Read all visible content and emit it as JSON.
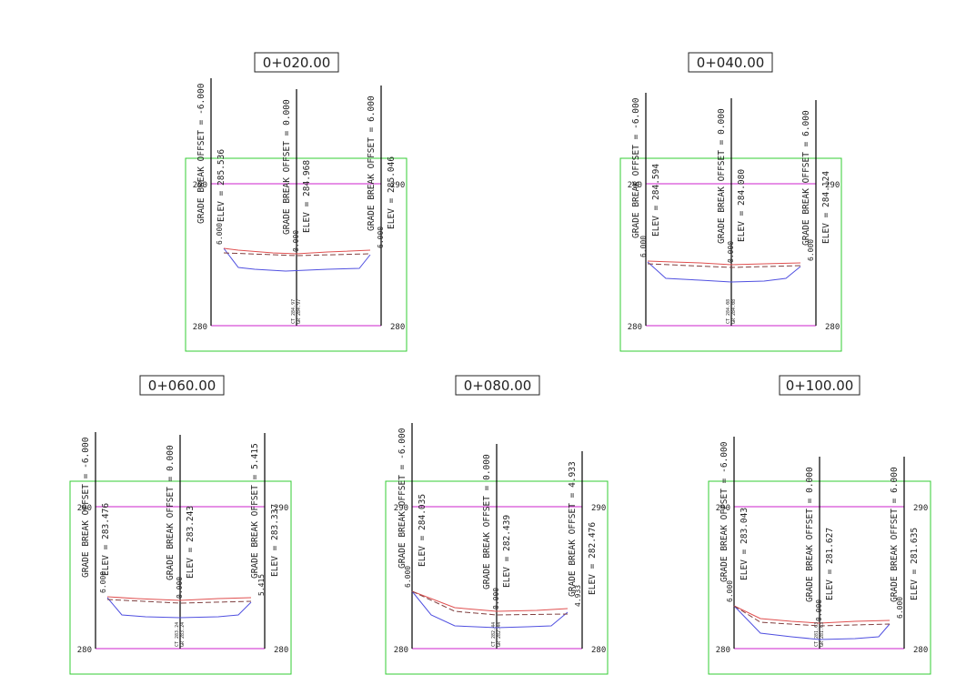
{
  "colors": {
    "frame": "#33cc33",
    "grid": "#cc22cc",
    "existing_ground": "#e05050",
    "proposed": "#5050e0",
    "datum": "#804040",
    "text": "#222222",
    "title_border": "#222222"
  },
  "break_label": "GRADE BREAK OFFSET =",
  "elev_label": "ELEV =",
  "sections": [
    {
      "station": "0+020.00",
      "datum_low": "280",
      "datum_high": "290",
      "breaks": [
        {
          "offset": "-6.000",
          "elev": "285.536",
          "side": "6.000"
        },
        {
          "offset": "0.000",
          "elev": "284.968",
          "side": "0.000"
        },
        {
          "offset": "6.000",
          "elev": "285.046",
          "side": "6.000"
        }
      ],
      "center_tags": [
        "CT 284.97",
        "GR 284.97"
      ]
    },
    {
      "station": "0+040.00",
      "datum_low": "280",
      "datum_high": "290",
      "breaks": [
        {
          "offset": "-6.000",
          "elev": "284.594",
          "side": "6.000"
        },
        {
          "offset": "0.000",
          "elev": "284.080",
          "side": "0.000"
        },
        {
          "offset": "6.000",
          "elev": "284.124",
          "side": "6.000"
        }
      ],
      "center_tags": [
        "CT 284.08",
        "GR 284.08"
      ]
    },
    {
      "station": "0+060.00",
      "datum_low": "280",
      "datum_high": "290",
      "breaks": [
        {
          "offset": "-6.000",
          "elev": "283.476",
          "side": "6.000"
        },
        {
          "offset": "0.000",
          "elev": "283.243",
          "side": "0.000"
        },
        {
          "offset": "5.415",
          "elev": "283.337",
          "side": "5.415"
        }
      ],
      "center_tags": [
        "CT 283.24",
        "GR 283.24"
      ]
    },
    {
      "station": "0+080.00",
      "datum_low": "280",
      "datum_high": "290",
      "breaks": [
        {
          "offset": "-6.000",
          "elev": "284.035",
          "side": "6.000"
        },
        {
          "offset": "0.000",
          "elev": "282.439",
          "side": "0.000"
        },
        {
          "offset": "4.933",
          "elev": "282.476",
          "side": "4.933"
        }
      ],
      "center_tags": [
        "CT 282.44",
        "GR 282.44"
      ]
    },
    {
      "station": "0+100.00",
      "datum_low": "280",
      "datum_high": "290",
      "breaks": [
        {
          "offset": "-6.000",
          "elev": "283.043",
          "side": "6.000"
        },
        {
          "offset": "0.000",
          "elev": "281.627",
          "side": "0.000"
        },
        {
          "offset": "6.000",
          "elev": "281.635",
          "side": "6.000"
        }
      ],
      "center_tags": [
        "CT 281.63",
        "GR 281.63"
      ]
    }
  ]
}
